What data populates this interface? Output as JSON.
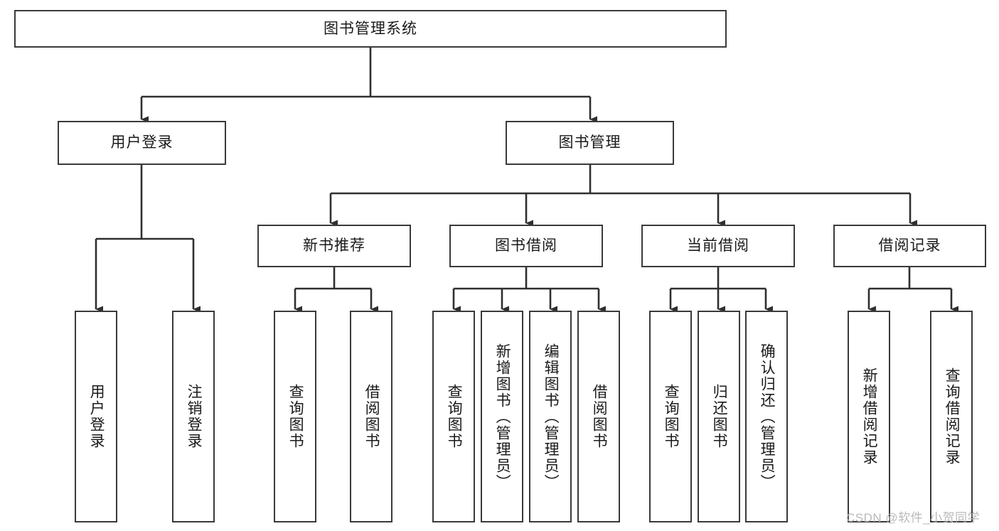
{
  "diagram": {
    "type": "tree-hierarchy-chart",
    "title": "图书管理系统",
    "watermark": "CSDN @软件_小贺同学",
    "colors": {
      "box_border": "#3a3a3a",
      "box_fill": "#ffffff",
      "connector": "#2f2f2f",
      "text": "#1a1a1a",
      "watermark": "#b9b9b9",
      "background": "#ffffff"
    },
    "levels": {
      "level1": [
        {
          "id": "root",
          "label": "图书管理系统",
          "orientation": "horizontal"
        }
      ],
      "level2": [
        {
          "id": "user-login",
          "label": "用户登录",
          "orientation": "horizontal"
        },
        {
          "id": "book-manage",
          "label": "图书管理",
          "orientation": "horizontal"
        }
      ],
      "level3": [
        {
          "id": "new-book-recommend",
          "label": "新书推荐",
          "orientation": "horizontal"
        },
        {
          "id": "book-borrow",
          "label": "图书借阅",
          "orientation": "horizontal"
        },
        {
          "id": "current-borrow",
          "label": "当前借阅",
          "orientation": "horizontal"
        },
        {
          "id": "borrow-record",
          "label": "借阅记录",
          "orientation": "horizontal"
        }
      ],
      "level4": [
        {
          "id": "leaf-user-login",
          "label": "用户登录",
          "parent": "user-login",
          "orientation": "vertical"
        },
        {
          "id": "leaf-logout-login",
          "label": "注销登录",
          "parent": "user-login",
          "orientation": "vertical"
        },
        {
          "id": "leaf-query-book-1",
          "label": "查询图书",
          "parent": "new-book-recommend",
          "orientation": "vertical"
        },
        {
          "id": "leaf-borrow-book-1",
          "label": "借阅图书",
          "parent": "new-book-recommend",
          "orientation": "vertical"
        },
        {
          "id": "leaf-query-book-2",
          "label": "查询图书",
          "parent": "book-borrow",
          "orientation": "vertical"
        },
        {
          "id": "leaf-add-book",
          "label": "新增图书（管理员）",
          "parent": "book-borrow",
          "orientation": "vertical"
        },
        {
          "id": "leaf-edit-book",
          "label": "编辑图书（管理员）",
          "parent": "book-borrow",
          "orientation": "vertical"
        },
        {
          "id": "leaf-borrow-book-2",
          "label": "借阅图书",
          "parent": "book-borrow",
          "orientation": "vertical"
        },
        {
          "id": "leaf-query-book-3",
          "label": "查询图书",
          "parent": "current-borrow",
          "orientation": "vertical"
        },
        {
          "id": "leaf-return-book",
          "label": "归还图书",
          "parent": "current-borrow",
          "orientation": "vertical"
        },
        {
          "id": "leaf-confirm-return",
          "label": "确认归还（管理员）",
          "parent": "current-borrow",
          "orientation": "vertical"
        },
        {
          "id": "leaf-add-record",
          "label": "新增借阅记录",
          "parent": "borrow-record",
          "orientation": "vertical"
        },
        {
          "id": "leaf-query-record",
          "label": "查询借阅记录",
          "parent": "borrow-record",
          "orientation": "vertical"
        }
      ]
    },
    "edges": [
      {
        "from": "root",
        "to": "user-login"
      },
      {
        "from": "root",
        "to": "book-manage"
      },
      {
        "from": "user-login",
        "to": "leaf-user-login"
      },
      {
        "from": "user-login",
        "to": "leaf-logout-login"
      },
      {
        "from": "book-manage",
        "to": "new-book-recommend"
      },
      {
        "from": "book-manage",
        "to": "book-borrow"
      },
      {
        "from": "book-manage",
        "to": "current-borrow"
      },
      {
        "from": "book-manage",
        "to": "borrow-record"
      },
      {
        "from": "new-book-recommend",
        "to": "leaf-query-book-1"
      },
      {
        "from": "new-book-recommend",
        "to": "leaf-borrow-book-1"
      },
      {
        "from": "book-borrow",
        "to": "leaf-query-book-2"
      },
      {
        "from": "book-borrow",
        "to": "leaf-add-book"
      },
      {
        "from": "book-borrow",
        "to": "leaf-edit-book"
      },
      {
        "from": "book-borrow",
        "to": "leaf-borrow-book-2"
      },
      {
        "from": "current-borrow",
        "to": "leaf-query-book-3"
      },
      {
        "from": "current-borrow",
        "to": "leaf-return-book"
      },
      {
        "from": "current-borrow",
        "to": "leaf-confirm-return"
      },
      {
        "from": "borrow-record",
        "to": "leaf-add-record"
      },
      {
        "from": "borrow-record",
        "to": "leaf-query-record"
      }
    ]
  }
}
